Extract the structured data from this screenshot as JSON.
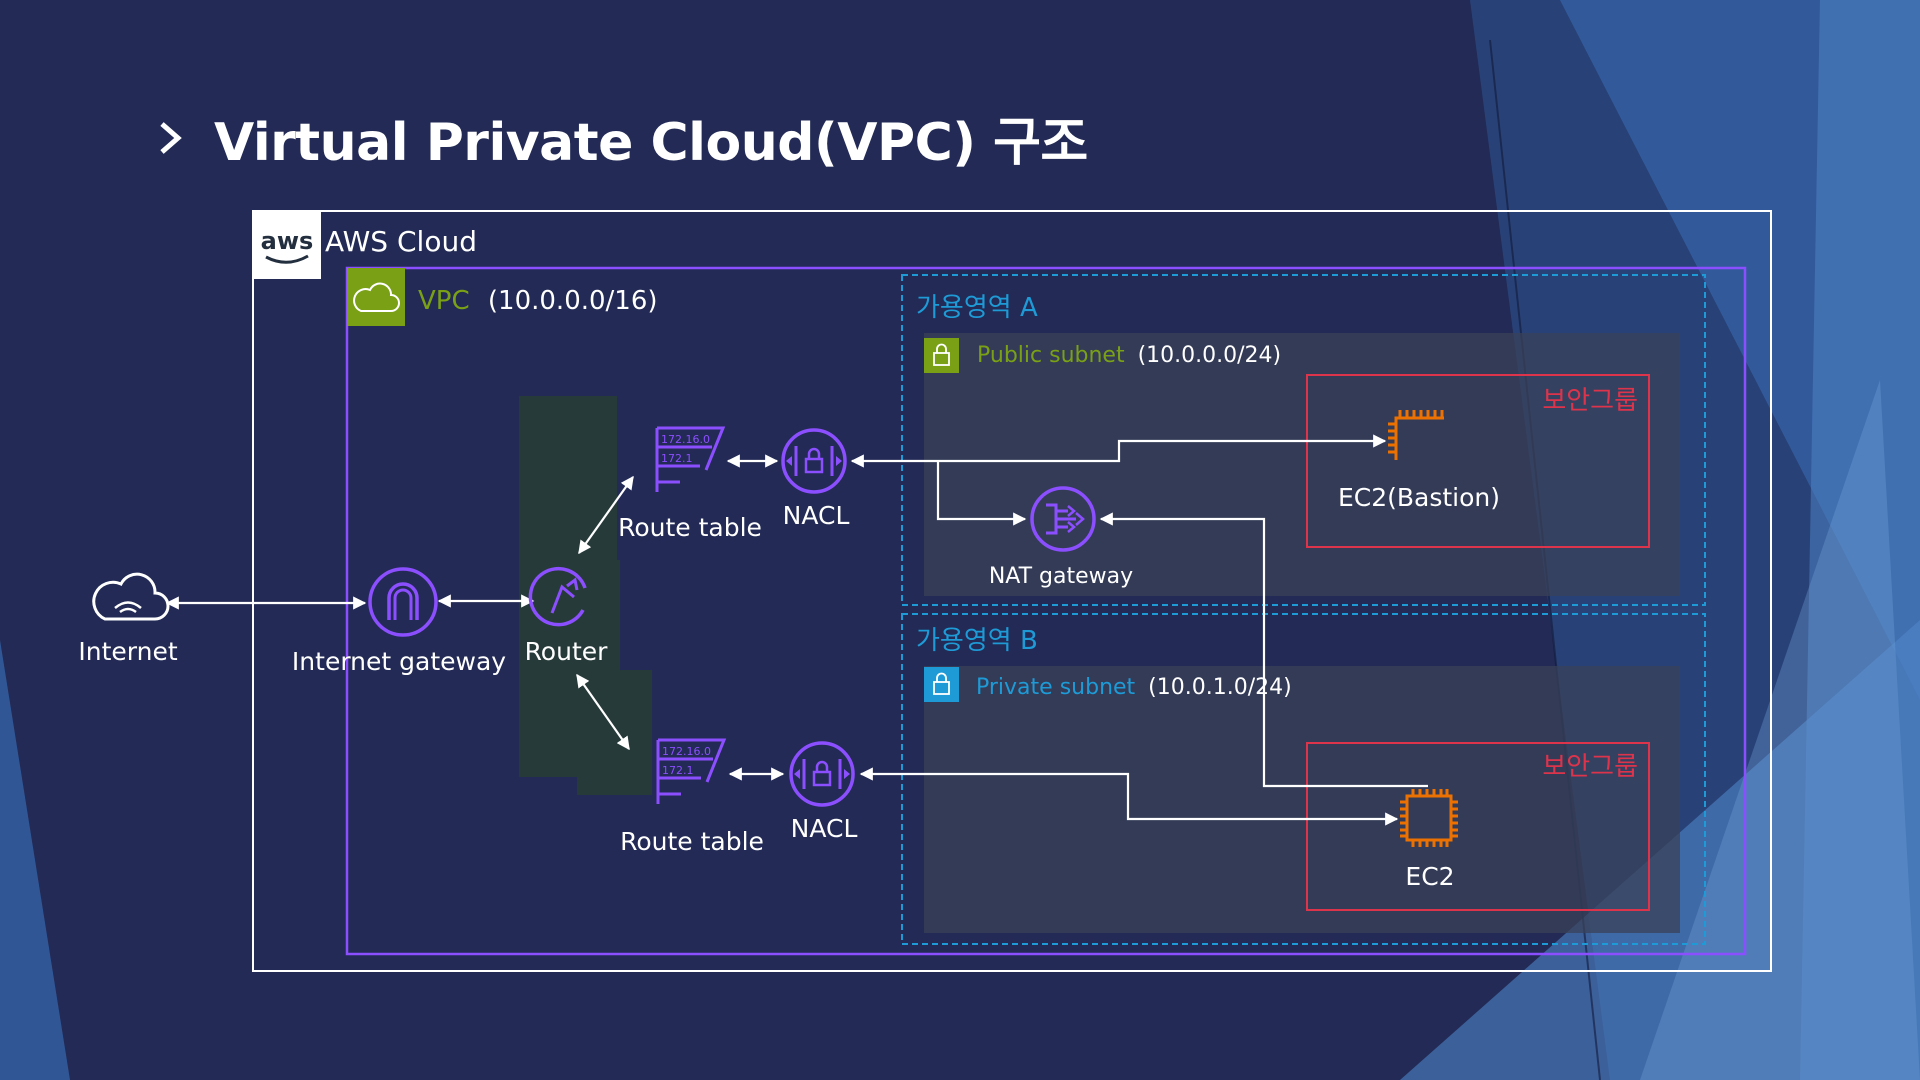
{
  "slide": {
    "title": "Virtual Private Cloud(VPC) 구조"
  },
  "aws_cloud": {
    "logo": "aws",
    "label": "AWS Cloud"
  },
  "vpc": {
    "label": "VPC",
    "cidr": "(10.0.0.0/16)"
  },
  "zone_a": {
    "label": "가용영역 A",
    "subnet_label": "Public subnet",
    "subnet_cidr": "(10.0.0.0/24)",
    "security_group": "보안그룹",
    "ec2_label": "EC2(Bastion)",
    "nat_label": "NAT gateway"
  },
  "zone_b": {
    "label": "가용영역 B",
    "subnet_label": "Private subnet",
    "subnet_cidr": "(10.0.1.0/24)",
    "security_group": "보안그룹",
    "ec2_label": "EC2"
  },
  "nodes": {
    "internet": "Internet",
    "internet_gateway": "Internet gateway",
    "router": "Router",
    "route_table_top": "Route table",
    "route_table_bottom": "Route table",
    "nacl_top": "NACL",
    "nacl_bottom": "NACL",
    "rt_icon_text_1": "172.16.0",
    "rt_icon_text_2": "172.1"
  },
  "colors": {
    "background": "#222a55",
    "vpc_green": "#7aa116",
    "vpc_border": "#8c4fff",
    "purple_icon": "#8c4fff",
    "zone_blue": "#1e9bd7",
    "security_red": "#dd344c",
    "ec2_orange": "#ed7100"
  }
}
